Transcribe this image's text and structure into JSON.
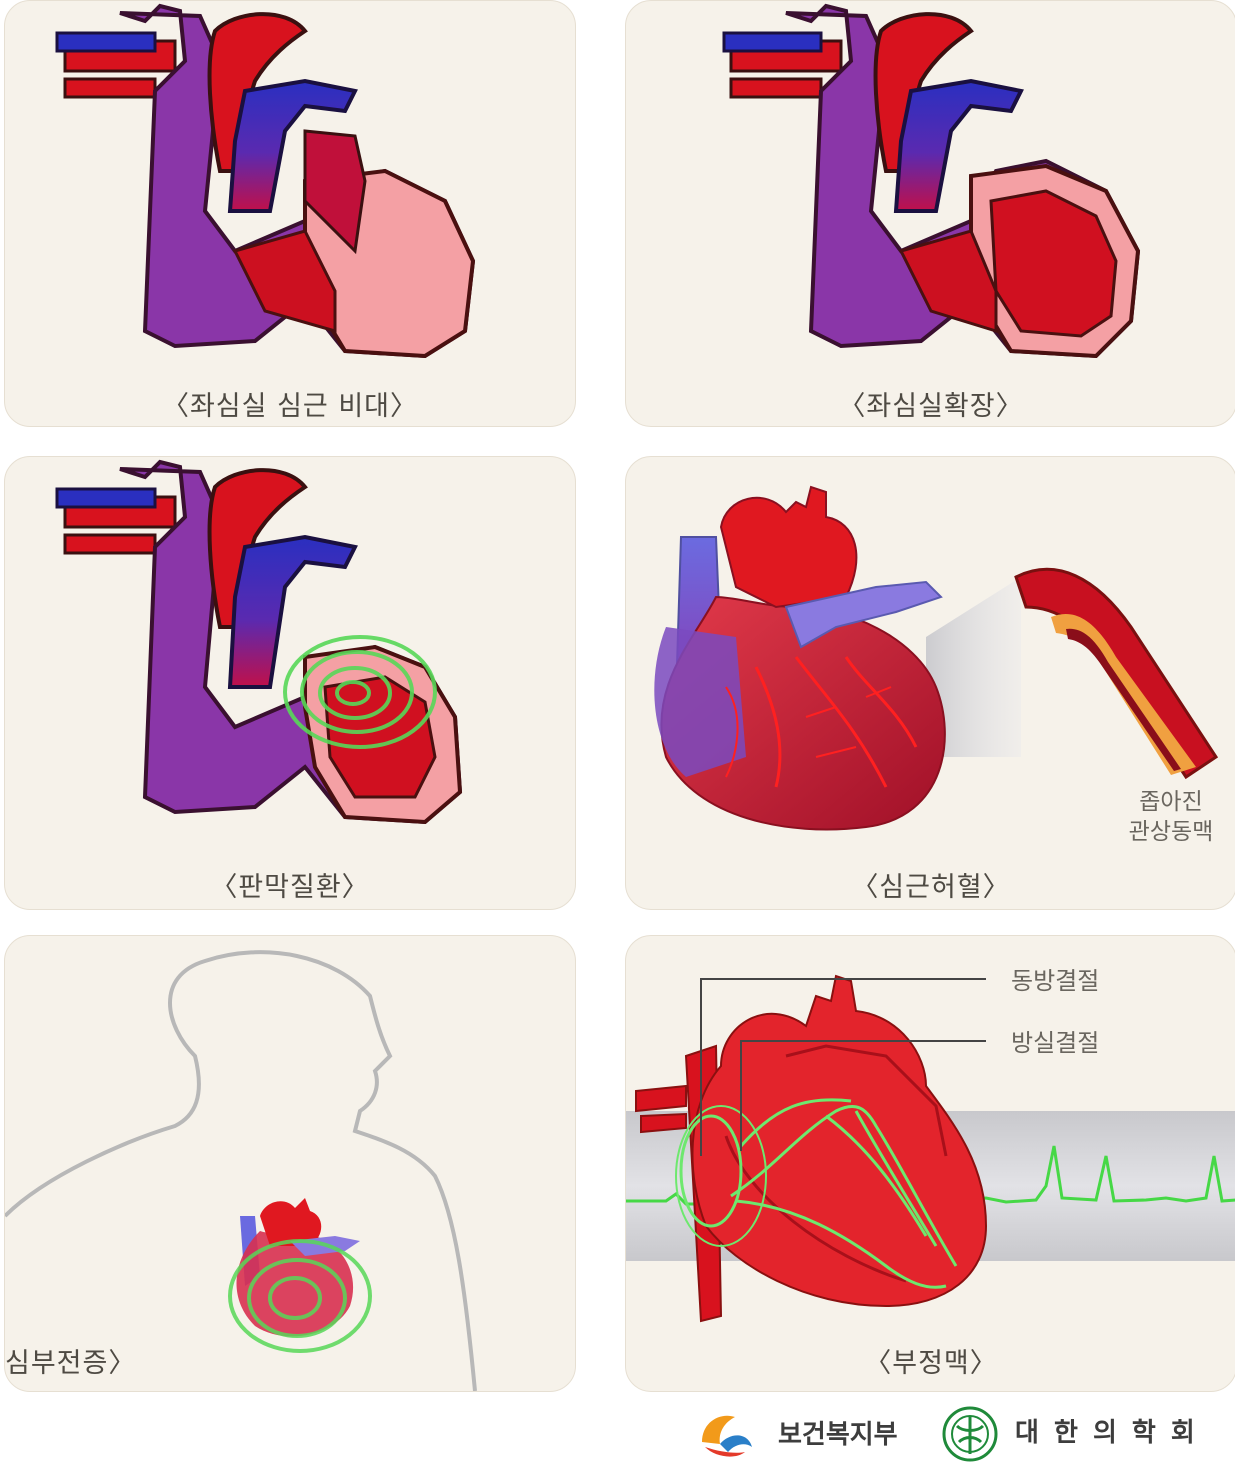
{
  "panels": {
    "lvh": {
      "caption": "〈좌심실 심근 비대〉"
    },
    "dcm": {
      "caption": "〈좌심실확장〉"
    },
    "valve": {
      "caption": "〈판막질환〉"
    },
    "ischemia": {
      "caption": "〈심근허혈〉",
      "note_line1": "좁아진",
      "note_line2": "관상동맥"
    },
    "hf": {
      "caption": "심부전증〉"
    },
    "arrhythmia": {
      "caption": "〈부정맥〉",
      "label_sa": "동방결절",
      "label_av": "방실결절"
    }
  },
  "footer": {
    "ministry": "보건복지부",
    "association": "대 한 의 학 회"
  },
  "colors": {
    "panel_bg": "#f6f2ea",
    "purple": "#8a36a8",
    "red": "#d8121e",
    "blue": "#2a2fc0",
    "pink": "#f4a0a4",
    "green": "#58d858"
  }
}
